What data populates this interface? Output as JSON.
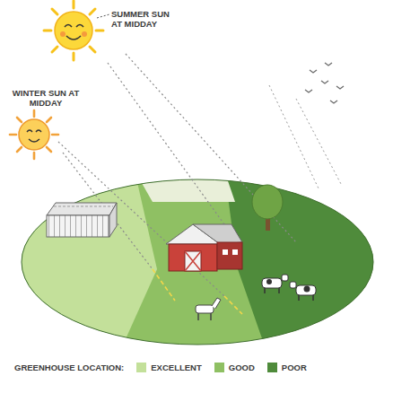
{
  "diagram": {
    "labels": [
      "SUMMER SUN AT MIDDAY",
      "WINTER SUN AT MIDDAY",
      "GREENHOUSE LOCATION:"
    ],
    "legend": [
      {
        "text": "EXCELLENT",
        "color": "#c3e09a"
      },
      {
        "text": "GOOD",
        "color": "#8fc063"
      },
      {
        "text": "POOR",
        "color": "#4f8b3b"
      }
    ]
  }
}
